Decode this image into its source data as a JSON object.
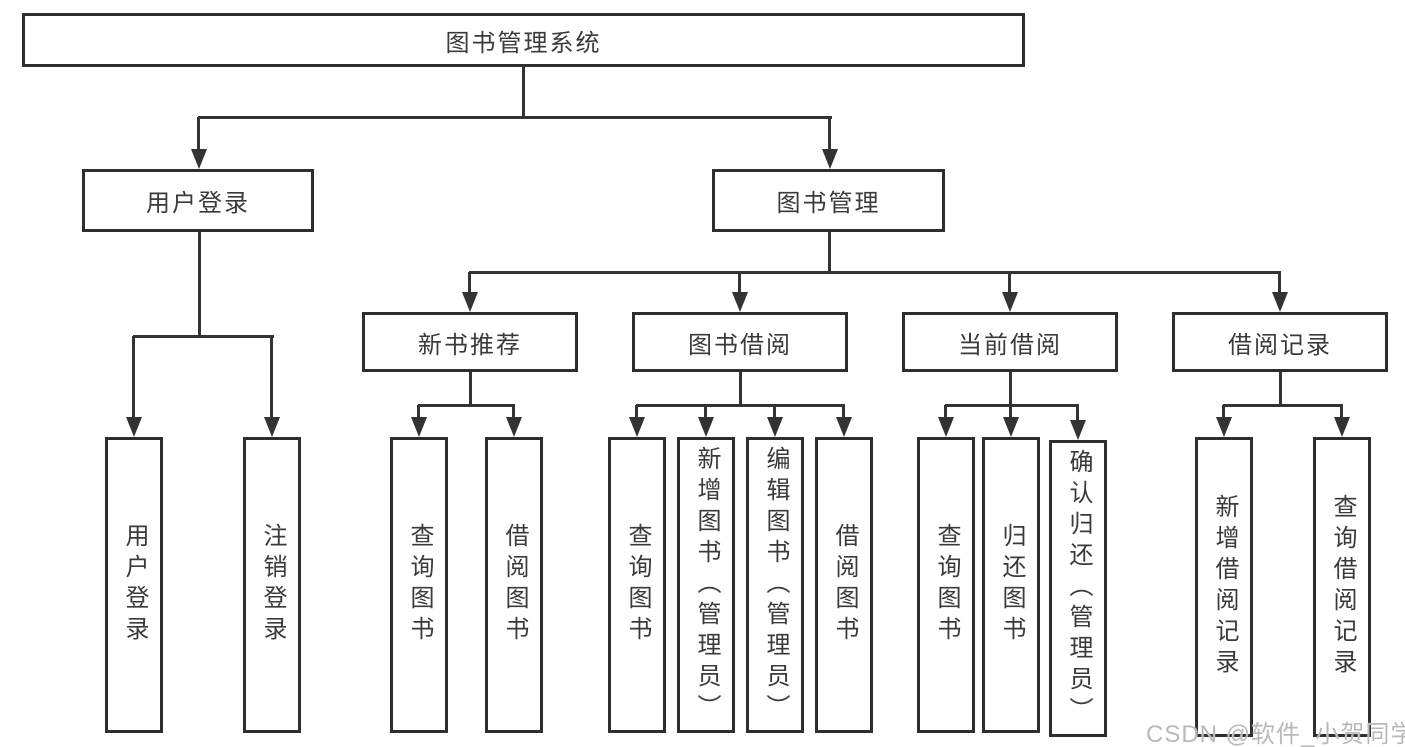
{
  "nodes": {
    "root": "图书管理系统",
    "login": "用户登录",
    "management": "图书管理",
    "recommend": "新书推荐",
    "borrowing": "图书借阅",
    "current": "当前借阅",
    "records": "借阅记录",
    "leaves": {
      "login_user": "用户登录",
      "login_logout": "注销登录",
      "rec_query": "查询图书",
      "rec_borrow": "借阅图书",
      "bor_query": "查询图书",
      "bor_add": "新增图书（管理员）",
      "bor_edit": "编辑图书（管理员）",
      "bor_borrow": "借阅图书",
      "cur_query": "查询图书",
      "cur_return": "归还图书",
      "cur_confirm": "确认归还（管理员）",
      "recs_add": "新增借阅记录",
      "recs_query": "查询借阅记录"
    }
  },
  "watermark": {
    "text": "CSDN @软件_小贺同学"
  },
  "colors": {
    "line": "#333333",
    "border": "#2e2e2e",
    "text": "#3a3a3a",
    "watermark": "#b9b9b9",
    "background": "#ffffff"
  }
}
